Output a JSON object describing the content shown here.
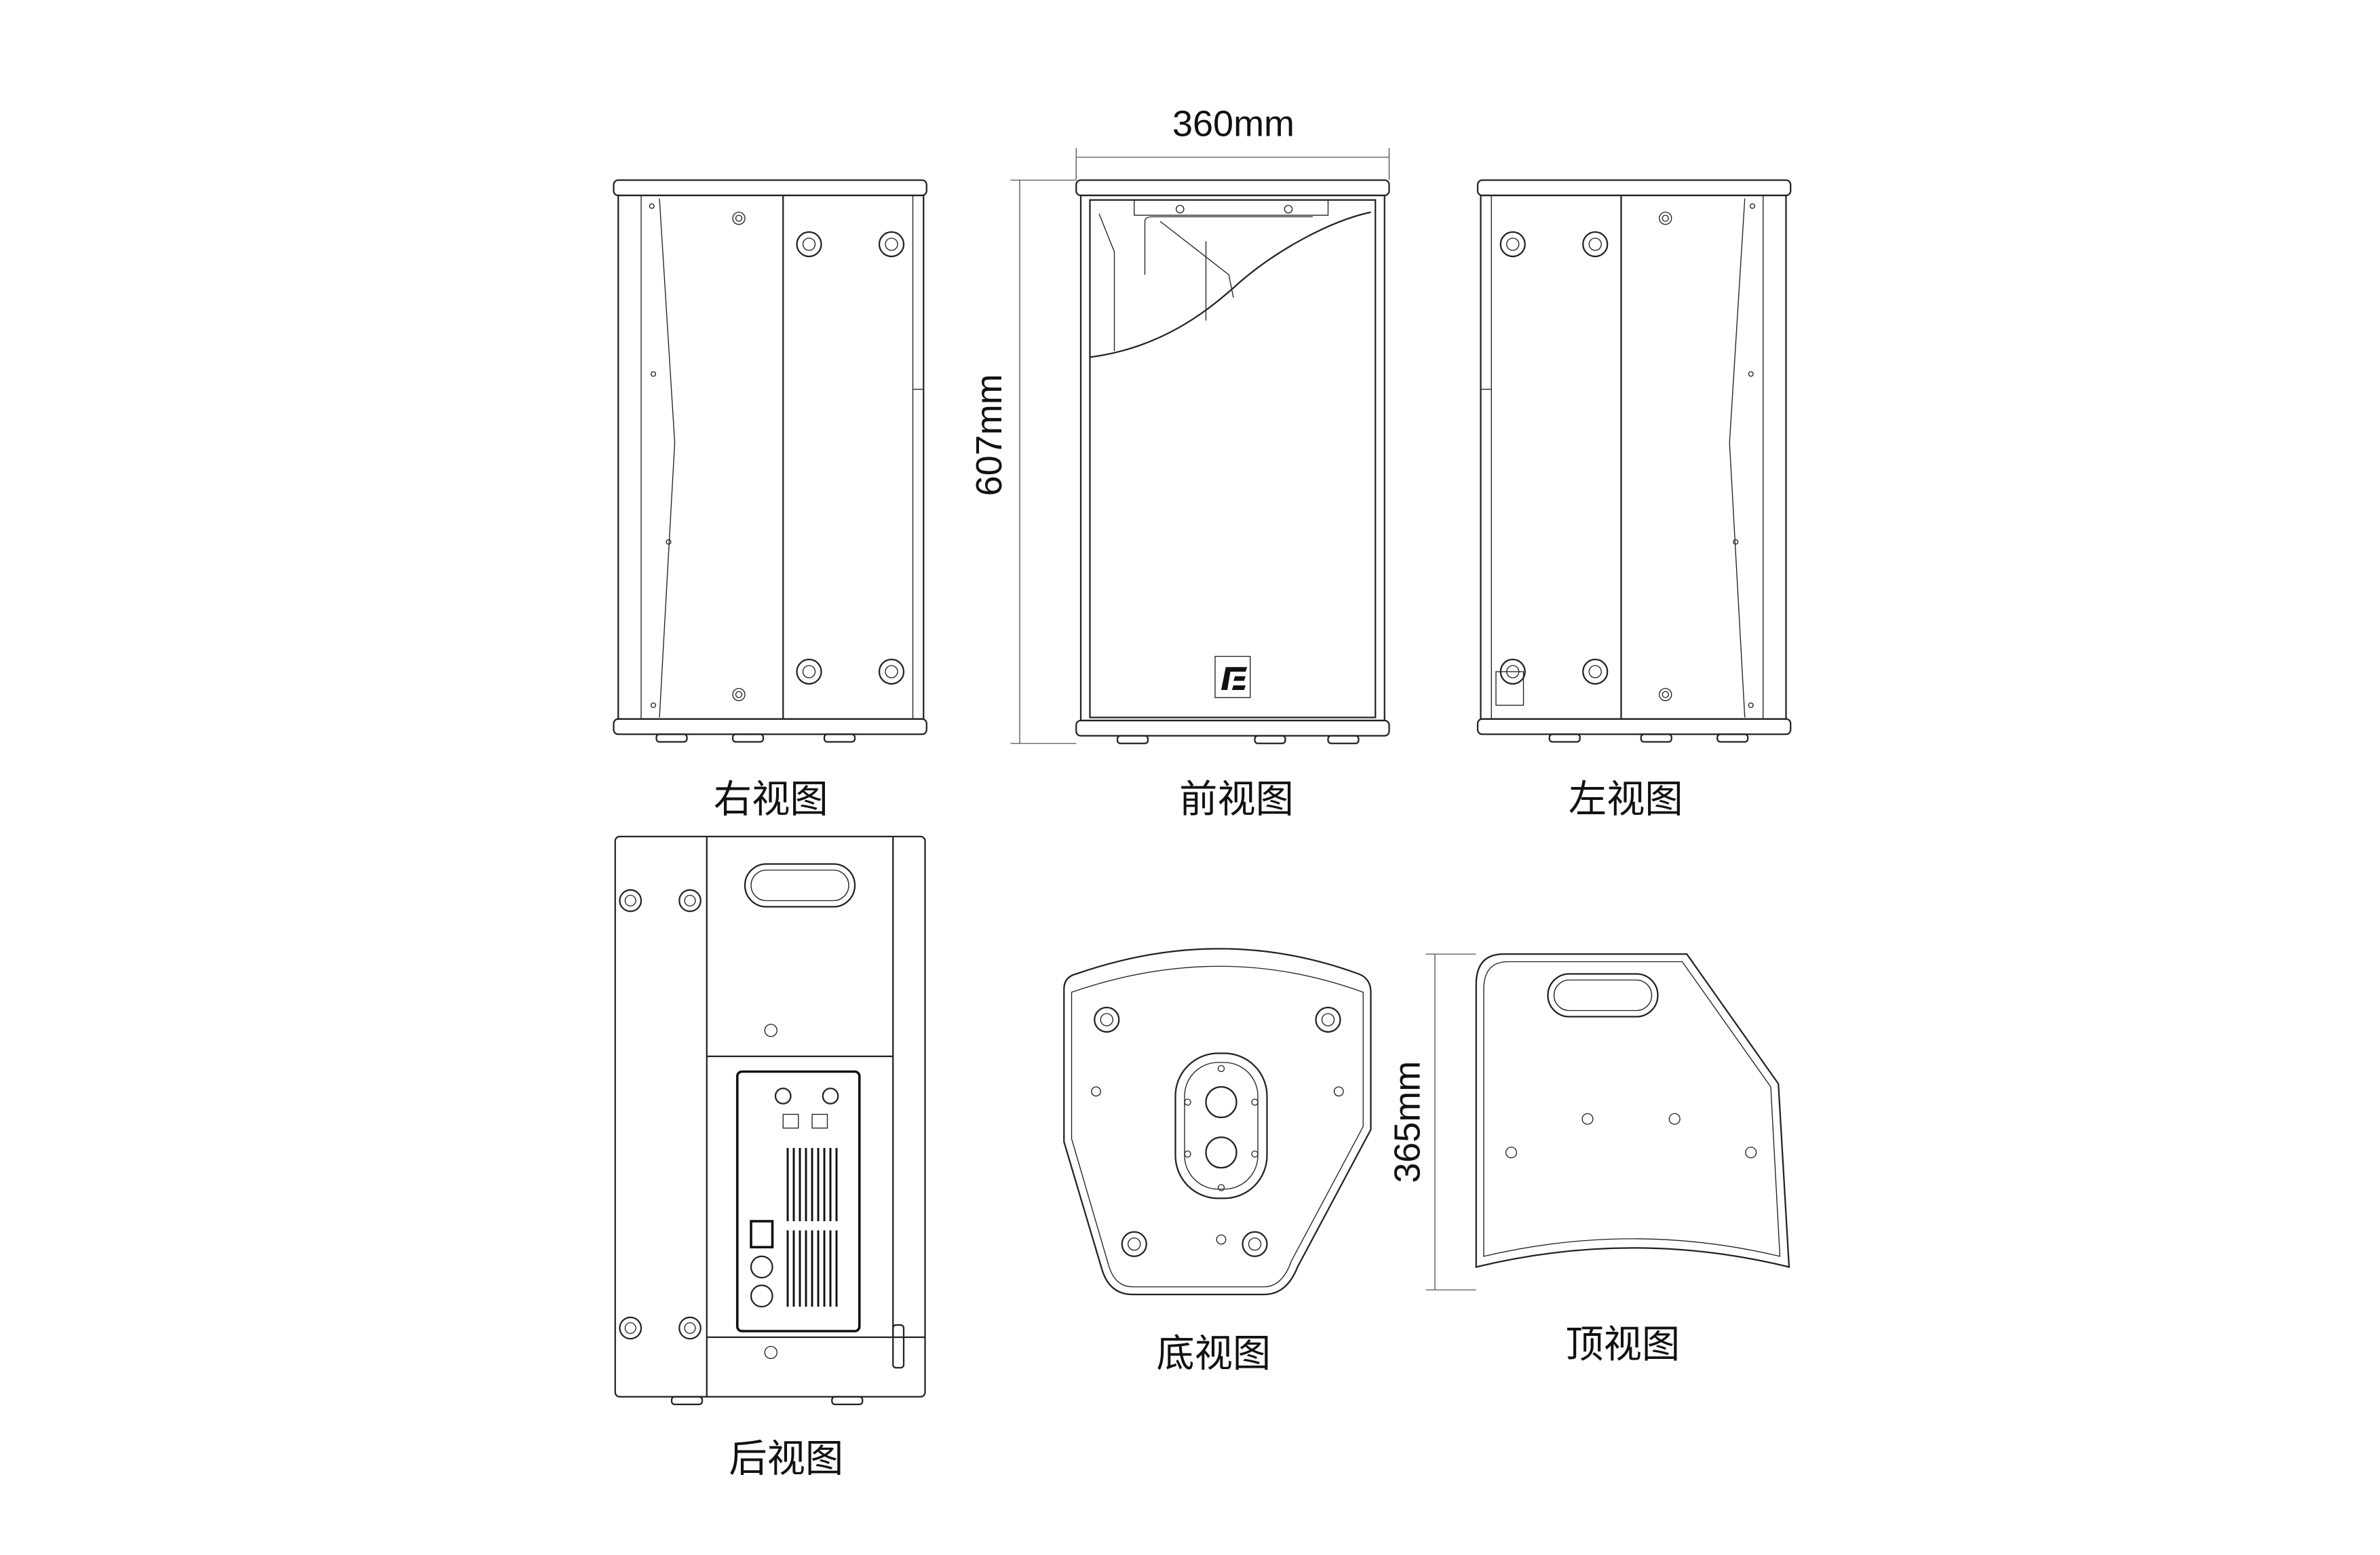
{
  "dimensions": {
    "width": "360mm",
    "height": "607mm",
    "depth": "365mm"
  },
  "views": {
    "right": "右视图",
    "front": "前视图",
    "left": "左视图",
    "back": "后视图",
    "bottom": "底视图",
    "top": "顶视图"
  },
  "colors": {
    "line": "#222222",
    "accent": "#2aa7b8"
  }
}
